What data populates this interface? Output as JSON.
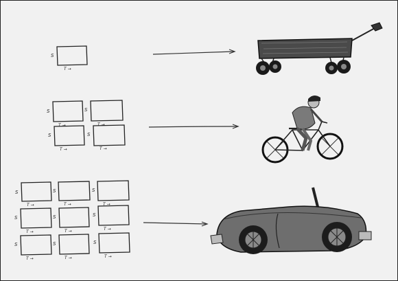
{
  "rows": [
    {
      "cards": 1,
      "vehicle": "wagon"
    },
    {
      "cards": 4,
      "vehicle": "bicycle"
    },
    {
      "cards": 9,
      "vehicle": "car"
    }
  ],
  "card_labels": {
    "side": "S",
    "bottom": "T →"
  },
  "colors": {
    "background": "#f1f1f1",
    "ink": "#222222",
    "wagon": "#555555",
    "car": "#6e6e6e",
    "rider": "#7a7a7a"
  }
}
